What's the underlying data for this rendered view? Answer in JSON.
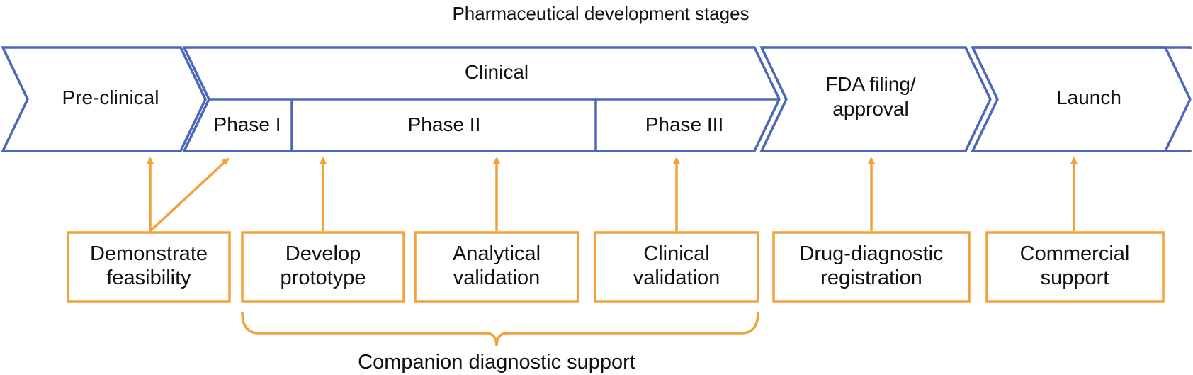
{
  "title": "Pharmaceutical development stages",
  "stages": {
    "preclinical": "Pre-clinical",
    "clinical": "Clinical",
    "phase1": "Phase I",
    "phase2": "Phase II",
    "phase3": "Phase III",
    "fda_line1": "FDA filing/",
    "fda_line2": "approval",
    "launch": "Launch"
  },
  "support_boxes": [
    {
      "line1": "Demonstrate",
      "line2": "feasibility"
    },
    {
      "line1": "Develop",
      "line2": "prototype"
    },
    {
      "line1": "Analytical",
      "line2": "validation"
    },
    {
      "line1": "Clinical",
      "line2": "validation"
    },
    {
      "line1": "Drug-diagnostic",
      "line2": "registration"
    },
    {
      "line1": "Commercial",
      "line2": "support"
    }
  ],
  "bracket_label": "Companion diagnostic support",
  "colors": {
    "stage_outline": "#4a67b8",
    "support_outline": "#f2a23a",
    "text": "#111111"
  }
}
